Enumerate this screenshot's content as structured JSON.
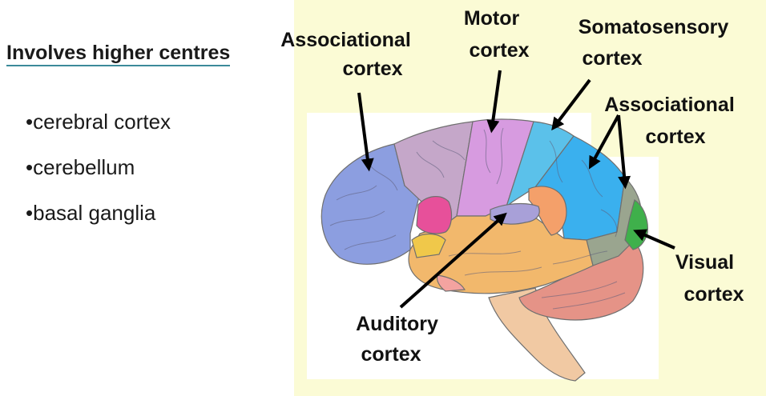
{
  "slide": {
    "heading": "Involves higher centres",
    "bullets": [
      "•cerebral cortex",
      "•cerebellum",
      "•basal ganglia"
    ]
  },
  "diagram": {
    "labels": {
      "associational_left": [
        "Associational",
        "cortex"
      ],
      "motor": [
        "Motor",
        "cortex"
      ],
      "somatosensory": [
        "Somatosensory",
        "cortex"
      ],
      "associational_right": [
        "Associational",
        "cortex"
      ],
      "visual": [
        "Visual",
        "cortex"
      ],
      "auditory": [
        "Auditory",
        "cortex"
      ]
    },
    "colors": {
      "panel_background": "#fbfbd5",
      "frontal_lobe": "#8c9ee0",
      "premotor": "#c5a7c9",
      "motor": "#d79be0",
      "somatosensory": "#5bc1ea",
      "parietal": "#3ab0ee",
      "occipital": "#9aa58f",
      "visual": "#3fb04b",
      "temporal": "#f2b86c",
      "auditory": "#a8a0d8",
      "wernicke": "#f4a06a",
      "broca": "#e7509a",
      "cerebellum": "#e59387",
      "brainstem": "#f1c9a3"
    }
  }
}
